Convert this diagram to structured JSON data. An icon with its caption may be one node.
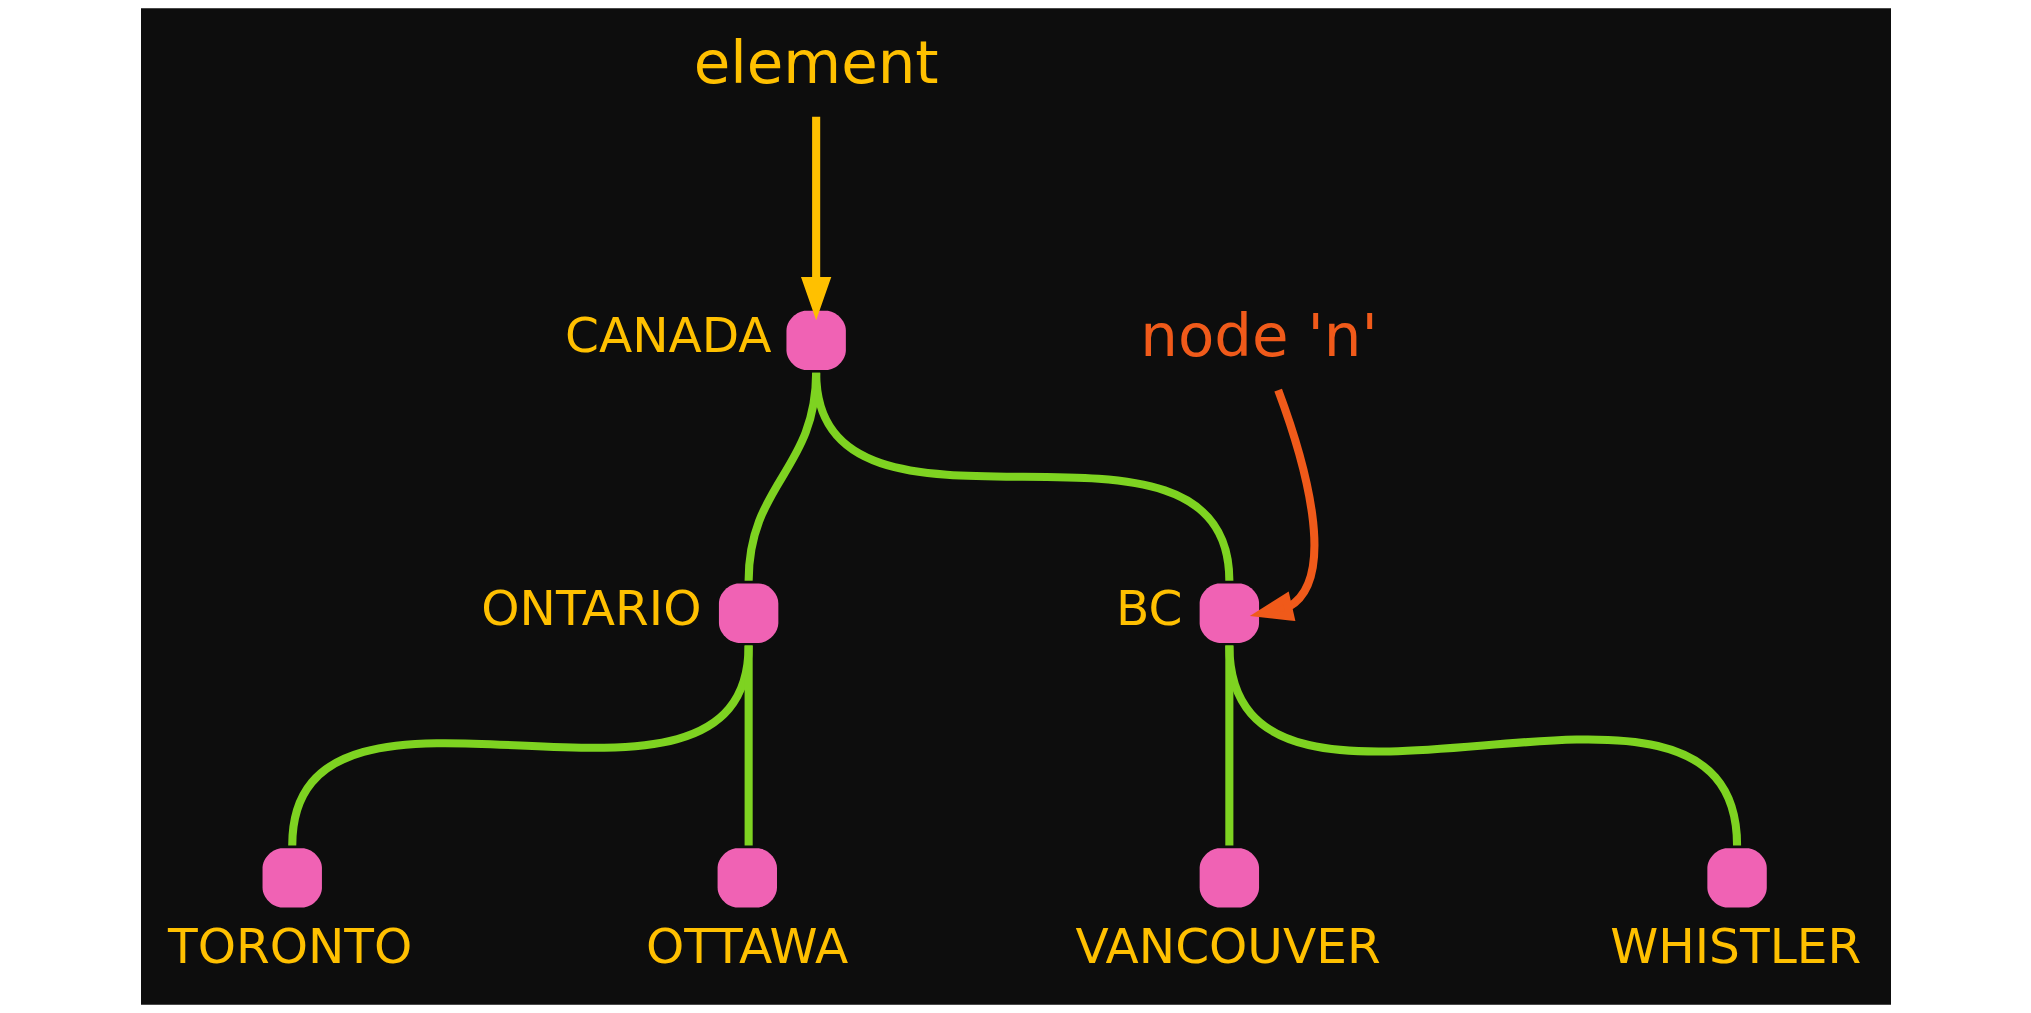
{
  "diagram": {
    "nodes": [
      {
        "text": [],
        "shape": "circle",
        "beside": [
          "CANADA"
        ]
      },
      {
        "text": [],
        "shape": "circle",
        "beside": [
          "ONTARIO"
        ]
      },
      {
        "text": [],
        "shape": "circle",
        "beside": [
          "BC"
        ]
      },
      {
        "text": [],
        "shape": "circle",
        "beside": [
          "TORONTO"
        ]
      },
      {
        "text": [],
        "shape": "circle",
        "beside": [
          "OTTAWA"
        ]
      },
      {
        "text": [],
        "shape": "circle",
        "beside": [
          "VANCOUVER"
        ]
      },
      {
        "text": [],
        "shape": "circle",
        "beside": [
          "WHISTLER"
        ]
      },
      {
        "text": [
          "element"
        ]
      },
      {
        "text": [
          "node 'n'"
        ]
      }
    ],
    "edges": [
      {
        "from": 0,
        "to": 1,
        "arrow": "none"
      },
      {
        "from": 0,
        "to": 2,
        "arrow": "none"
      },
      {
        "from": 1,
        "to": 3,
        "arrow": "none"
      },
      {
        "from": 1,
        "to": 4,
        "arrow": "none"
      },
      {
        "from": 2,
        "to": 5,
        "arrow": "none"
      },
      {
        "from": 2,
        "to": 6,
        "arrow": "none"
      },
      {
        "from": 7,
        "to": 0,
        "arrow": "to",
        "color": "#ffc000"
      },
      {
        "from": 8,
        "to": 2,
        "arrow": "to",
        "color": "#f05a1a"
      }
    ]
  }
}
